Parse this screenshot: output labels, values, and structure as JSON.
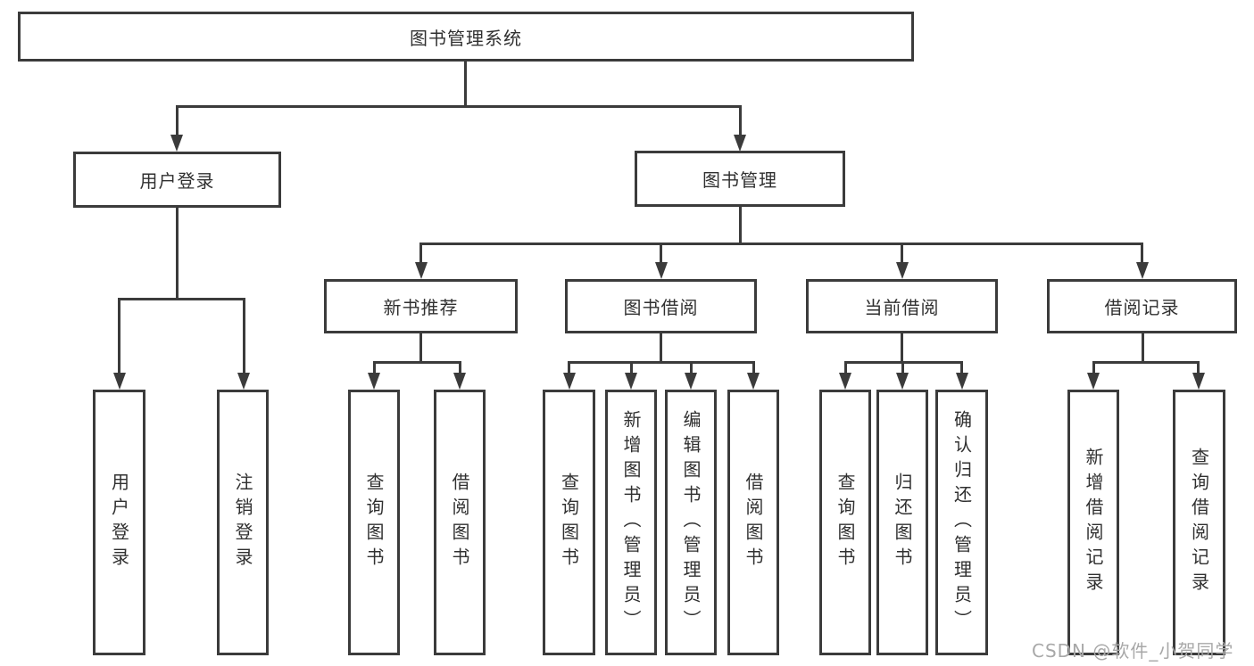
{
  "title": "图书管理系统",
  "colors": {
    "line": "#3b3b3b",
    "text": "#303030",
    "box-bg": "#ffffff",
    "background": "#ffffff",
    "watermark": "#a8a8a8"
  },
  "watermark": {
    "text": "CSDN @软件_小贺同学"
  },
  "nodes": {
    "root": {
      "label": "图书管理系统"
    },
    "user_login": {
      "label": "用户登录"
    },
    "book_mgmt": {
      "label": "图书管理"
    },
    "new_book_rec": {
      "label": "新书推荐"
    },
    "book_borrow": {
      "label": "图书借阅"
    },
    "current_borrow": {
      "label": "当前借阅"
    },
    "borrow_records": {
      "label": "借阅记录"
    },
    "ul_login": {
      "label": "用户登录"
    },
    "ul_logout": {
      "label": "注销登录"
    },
    "nb_query": {
      "label": "查询图书"
    },
    "nb_borrow": {
      "label": "借阅图书"
    },
    "bb_query": {
      "label": "查询图书"
    },
    "bb_add": {
      "label": "新增图书（管理员）"
    },
    "bb_edit": {
      "label": "编辑图书（管理员）"
    },
    "bb_borrow": {
      "label": "借阅图书"
    },
    "cb_query": {
      "label": "查询图书"
    },
    "cb_return": {
      "label": "归还图书"
    },
    "cb_confirm": {
      "label": "确认归还（管理员）"
    },
    "br_add": {
      "label": "新增借阅记录"
    },
    "br_query": {
      "label": "查询借阅记录"
    }
  },
  "edges": [
    [
      "root",
      "user_login"
    ],
    [
      "root",
      "book_mgmt"
    ],
    [
      "user_login",
      "ul_login"
    ],
    [
      "user_login",
      "ul_logout"
    ],
    [
      "book_mgmt",
      "new_book_rec"
    ],
    [
      "book_mgmt",
      "book_borrow"
    ],
    [
      "book_mgmt",
      "current_borrow"
    ],
    [
      "book_mgmt",
      "borrow_records"
    ],
    [
      "new_book_rec",
      "nb_query"
    ],
    [
      "new_book_rec",
      "nb_borrow"
    ],
    [
      "book_borrow",
      "bb_query"
    ],
    [
      "book_borrow",
      "bb_add"
    ],
    [
      "book_borrow",
      "bb_edit"
    ],
    [
      "book_borrow",
      "bb_borrow"
    ],
    [
      "current_borrow",
      "cb_query"
    ],
    [
      "current_borrow",
      "cb_return"
    ],
    [
      "current_borrow",
      "cb_confirm"
    ],
    [
      "borrow_records",
      "br_add"
    ],
    [
      "borrow_records",
      "br_query"
    ]
  ]
}
